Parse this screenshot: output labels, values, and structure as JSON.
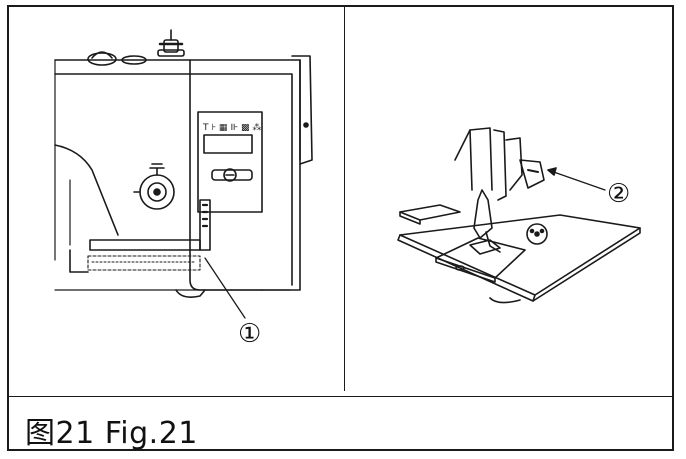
{
  "figure": {
    "caption": "图21 Fig.21",
    "callouts": {
      "left": "①",
      "right": "②"
    }
  }
}
